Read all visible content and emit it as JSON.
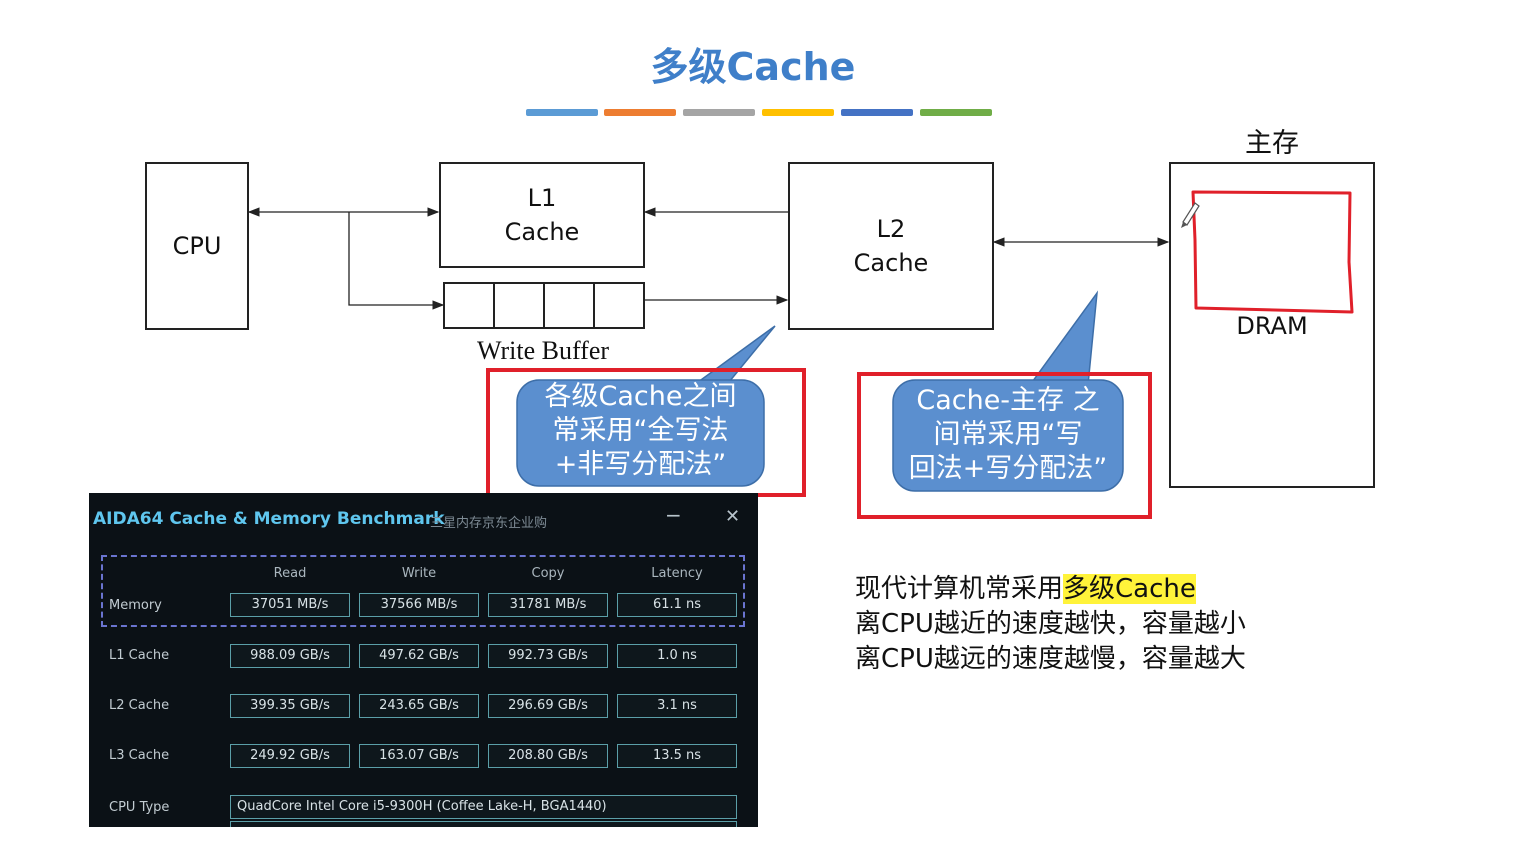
{
  "title": "多级Cache",
  "accent_bars": [
    "#5b9bd5",
    "#ed7d31",
    "#a5a5a5",
    "#ffc000",
    "#4472c4",
    "#70ad47"
  ],
  "diagram": {
    "cpu": "CPU",
    "l1_line1": "L1",
    "l1_line2": "Cache",
    "write_buffer": "Write Buffer",
    "l2_line1": "L2",
    "l2_line2": "Cache",
    "main_memory": "主存",
    "dram": "DRAM"
  },
  "callouts": {
    "left": [
      "各级Cache之间",
      "常采用“全写法",
      "+非写分配法”"
    ],
    "right": [
      "Cache-主存 之",
      "间常采用“写",
      "回法+写分配法”"
    ]
  },
  "benchmark": {
    "title": "AIDA64 Cache & Memory Benchmark",
    "subtitle": "三星内存京东企业购",
    "minimize": "−",
    "close": "✕",
    "columns": [
      "Read",
      "Write",
      "Copy",
      "Latency"
    ],
    "rows": [
      {
        "label": "Memory",
        "values": [
          "37051 MB/s",
          "37566 MB/s",
          "31781 MB/s",
          "61.1 ns"
        ]
      },
      {
        "label": "L1 Cache",
        "values": [
          "988.09 GB/s",
          "497.62 GB/s",
          "992.73 GB/s",
          "1.0 ns"
        ]
      },
      {
        "label": "L2 Cache",
        "values": [
          "399.35 GB/s",
          "243.65 GB/s",
          "296.69 GB/s",
          "3.1 ns"
        ]
      },
      {
        "label": "L3 Cache",
        "values": [
          "249.92 GB/s",
          "163.07 GB/s",
          "208.80 GB/s",
          "13.5 ns"
        ]
      }
    ],
    "cpu_type_label": "CPU Type",
    "cpu_type_value": "QuadCore Intel Core i5-9300H  (Coffee Lake-H, BGA1440)"
  },
  "notes": {
    "line1_prefix": "现代计算机常采用",
    "line1_highlight": "多级Cache",
    "line2": "离CPU越近的速度越快，容量越小",
    "line3": "离CPU越远的速度越慢，容量越大"
  }
}
